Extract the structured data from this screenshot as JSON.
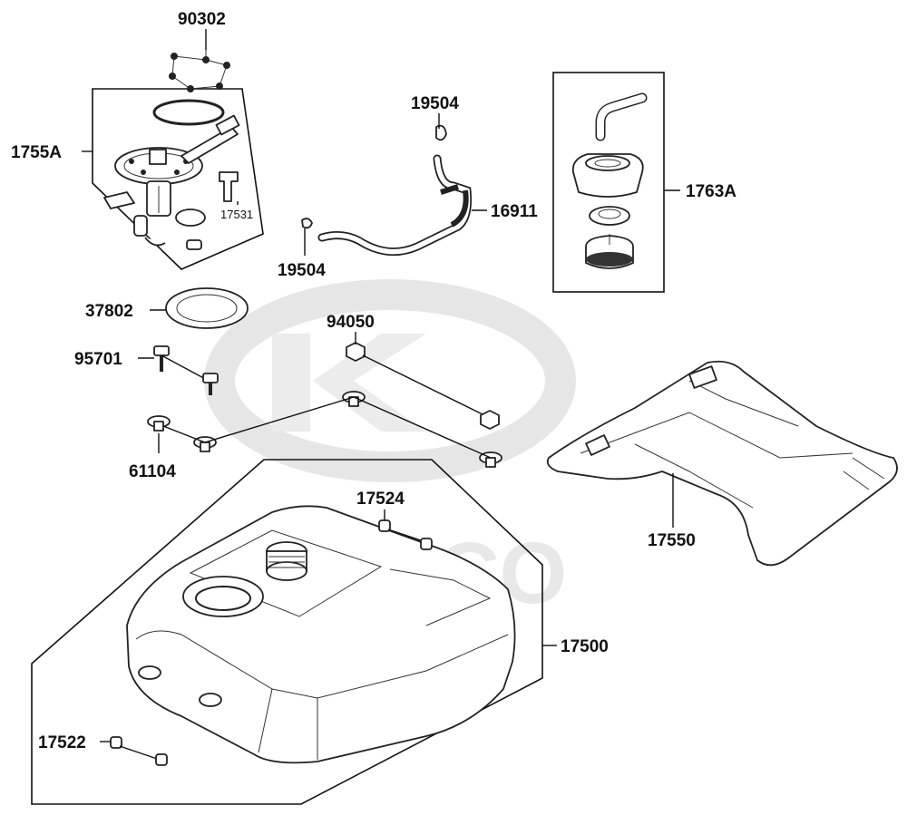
{
  "watermark": {
    "brand": "KYMCO"
  },
  "parts": {
    "p90302": "90302",
    "p1755A": "1755A",
    "p17531": "17531",
    "p19504_top": "19504",
    "p19504_bottom": "19504",
    "p16911": "16911",
    "p1763A": "1763A",
    "p37802": "37802",
    "p94050": "94050",
    "p95701": "95701",
    "p61104": "61104",
    "p17524": "17524",
    "p17550": "17550",
    "p17500": "17500",
    "p17522": "17522"
  }
}
